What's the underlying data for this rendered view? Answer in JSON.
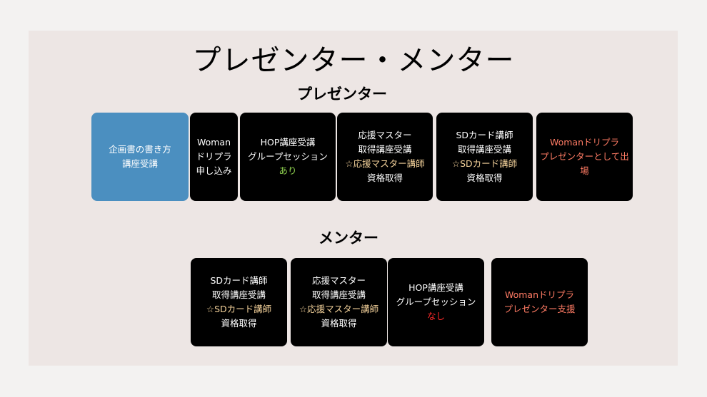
{
  "title": "プレゼンター・メンター",
  "presenter_section": {
    "heading": "プレゼンター",
    "boxes": [
      {
        "lines": [
          "企画書の書き方",
          "講座受講"
        ],
        "colors": [
          "white",
          "white"
        ]
      },
      {
        "lines": [
          "Woman",
          "ドリプラ",
          "申し込み"
        ],
        "colors": [
          "white",
          "white",
          "white"
        ]
      },
      {
        "lines": [
          "HOP講座受講",
          "グループセッション",
          "あり"
        ],
        "colors": [
          "white",
          "white",
          "green"
        ]
      },
      {
        "lines": [
          "応援マスター",
          "取得講座受講",
          "☆応援マスター講師",
          "資格取得"
        ],
        "colors": [
          "white",
          "white",
          "yellow",
          "white"
        ]
      },
      {
        "lines": [
          "SDカード講師",
          "取得講座受講",
          "☆SDカード講師",
          "資格取得"
        ],
        "colors": [
          "white",
          "white",
          "yellow",
          "white"
        ]
      },
      {
        "lines": [
          "Womanドリプラ",
          "プレゼンターとして出",
          "場"
        ],
        "colors": [
          "salmon",
          "salmon",
          "salmon"
        ]
      }
    ]
  },
  "mentor_section": {
    "heading": "メンター",
    "boxes": [
      {
        "lines": [
          "SDカード講師",
          "取得講座受講",
          "☆SDカード講師",
          "資格取得"
        ],
        "colors": [
          "white",
          "white",
          "yellow",
          "white"
        ]
      },
      {
        "lines": [
          "応援マスター",
          "取得講座受講",
          "☆応援マスター講師",
          "資格取得"
        ],
        "colors": [
          "white",
          "white",
          "yellow",
          "white"
        ]
      },
      {
        "lines": [
          "HOP講座受講",
          "グループセッション",
          "なし"
        ],
        "colors": [
          "white",
          "white",
          "red"
        ]
      },
      {
        "lines": [
          "Womanドリプラ",
          "プレゼンター支援"
        ],
        "colors": [
          "salmon",
          "salmon"
        ]
      }
    ]
  },
  "colors": {
    "blue_box": "#4b8fc0",
    "black_box": "#000000",
    "slide_bg": "#ede6e4",
    "green": "#8fd14f",
    "yellow": "#f3d19a",
    "salmon": "#ff7b64",
    "red": "#ff2a2a"
  }
}
